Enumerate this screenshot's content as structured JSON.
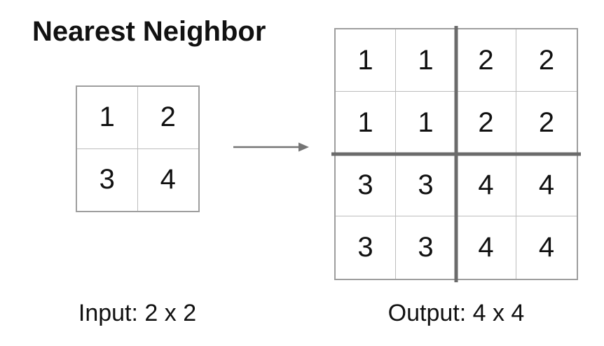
{
  "title": "Nearest Neighbor",
  "input": {
    "caption": "Input: 2 x 2",
    "grid": [
      [
        "1",
        "2"
      ],
      [
        "3",
        "4"
      ]
    ]
  },
  "output": {
    "caption": "Output: 4 x 4",
    "grid": [
      [
        "1",
        "1",
        "2",
        "2"
      ],
      [
        "1",
        "1",
        "2",
        "2"
      ],
      [
        "3",
        "3",
        "4",
        "4"
      ],
      [
        "3",
        "3",
        "4",
        "4"
      ]
    ]
  },
  "arrow_icon": "right-arrow",
  "colors": {
    "bg": "#ffffff",
    "text": "#111111",
    "grid-outer": "#9e9e9e",
    "grid-inner": "#bdbdbd",
    "grid-thick": "#6b6b6b",
    "arrow": "#757575"
  }
}
